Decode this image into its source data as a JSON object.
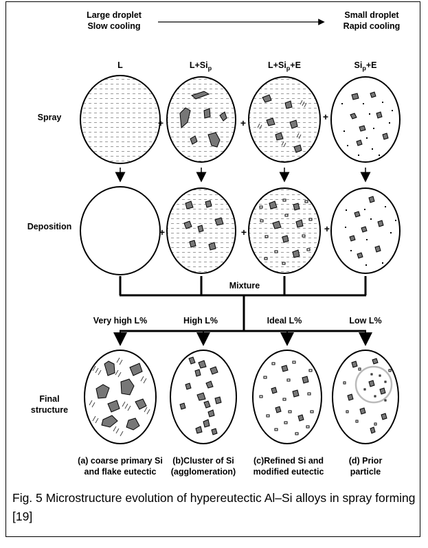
{
  "header": {
    "left_line1": "Large droplet",
    "left_line2": "Slow cooling",
    "right_line1": "Small droplet",
    "right_line2": "Rapid cooling"
  },
  "columns": [
    {
      "phase_main": "L",
      "phase_sub": "",
      "phase_suffix": "",
      "fraction": "Very high L%",
      "result_line1": "(a) coarse primary Si",
      "result_line2": "and flake eutectic"
    },
    {
      "phase_main": "L+Si",
      "phase_sub": "p",
      "phase_suffix": "",
      "fraction": "High L%",
      "result_line1": "(b)Cluster of Si",
      "result_line2": "(agglomeration)"
    },
    {
      "phase_main": "L+Si",
      "phase_sub": "p",
      "phase_suffix": "+E",
      "fraction": "Ideal L%",
      "result_line1": "(c)Refined Si and",
      "result_line2": "modified eutectic"
    },
    {
      "phase_main": "Si",
      "phase_sub": "p",
      "phase_suffix": "+E",
      "fraction": "Low L%",
      "result_line1": "(d) Prior",
      "result_line2": "particle"
    }
  ],
  "rows": {
    "spray": "Spray",
    "deposition": "Deposition",
    "final_line1": "Final",
    "final_line2": "structure"
  },
  "plus_sign": "+",
  "mixture_label": "Mixture",
  "caption": "Fig. 5 Microstructure evolution of hypereutectic Al–Si alloys in spray forming [19]",
  "colors": {
    "particle_fill": "#777777",
    "outline": "#000000",
    "liquid_dash": "#9a9a9a",
    "prior_particle_ring": "#bbbbbb"
  }
}
